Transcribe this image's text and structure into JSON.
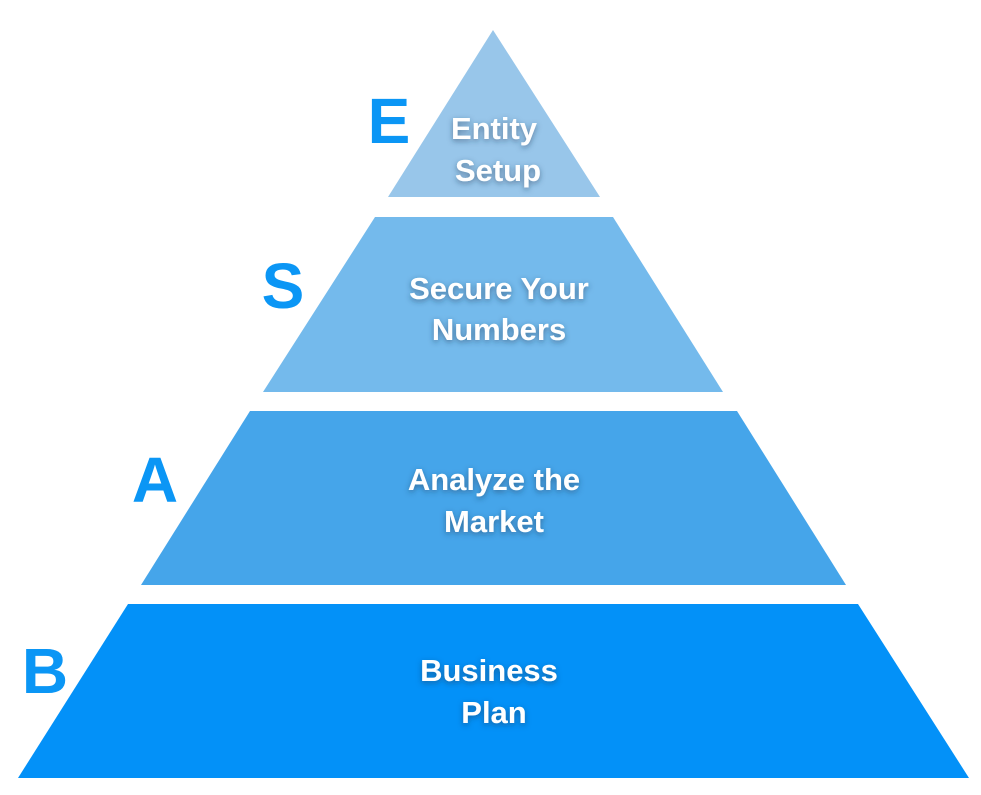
{
  "pyramid": {
    "tiers": [
      {
        "letter": "E",
        "line1": "Entity",
        "line2": "Setup",
        "color": "#98c6ea"
      },
      {
        "letter": "S",
        "line1": "Secure Your",
        "line2": "Numbers",
        "color": "#74baec"
      },
      {
        "letter": "A",
        "line1": "Analyze the",
        "line2": "Market",
        "color": "#45a5ea"
      },
      {
        "letter": "B",
        "line1": "Business",
        "line2": "Plan",
        "color": "#0391f8"
      }
    ],
    "letter_color": "#0b96f5"
  }
}
